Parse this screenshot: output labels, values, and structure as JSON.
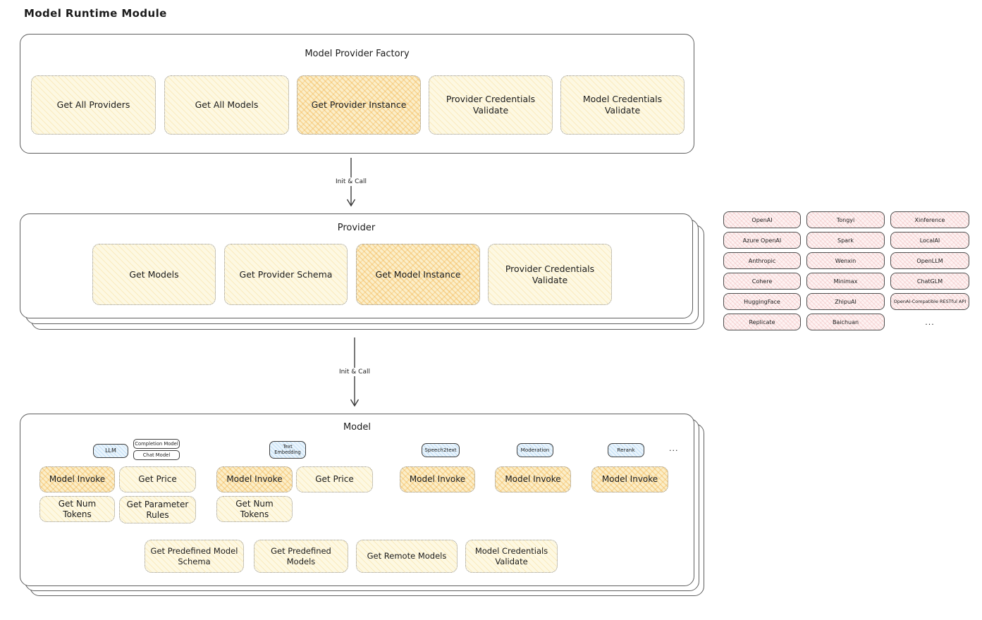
{
  "title": "Model Runtime Module",
  "colors": {
    "box_yellow": "#fff9db",
    "box_orange_highlight": "#f2b24c",
    "box_pink": "#fdf2f2",
    "tag_blue": "#e9f4fc",
    "border_gray": "#5f5f5f"
  },
  "factory": {
    "title": "Model Provider Factory",
    "boxes": [
      {
        "label": "Get All Providers",
        "highlight": false
      },
      {
        "label": "Get All Models",
        "highlight": false
      },
      {
        "label": "Get Provider Instance",
        "highlight": true
      },
      {
        "label": "Provider Credentials Validate",
        "highlight": false
      },
      {
        "label": "Model Credentials Validate",
        "highlight": false
      }
    ]
  },
  "arrow1": {
    "label": "Init & Call"
  },
  "arrow2": {
    "label": "Init & Call"
  },
  "provider": {
    "title": "Provider",
    "boxes": [
      {
        "label": "Get Models",
        "highlight": false
      },
      {
        "label": "Get Provider Schema",
        "highlight": false
      },
      {
        "label": "Get Model Instance",
        "highlight": true
      },
      {
        "label": "Provider Credentials Validate",
        "highlight": false
      }
    ]
  },
  "providers_grid": {
    "items": [
      "OpenAI",
      "Tongyi",
      "Xinference",
      "Azure OpenAI",
      "Spark",
      "LocalAI",
      "Anthropic",
      "Wenxin",
      "OpenLLM",
      "Cohere",
      "Minimax",
      "ChatGLM",
      "HuggingFace",
      "ZhipuAI",
      "OpenAI-Compatible RESTful API",
      "Replicate",
      "Baichuan"
    ],
    "more": "..."
  },
  "model": {
    "title": "Model",
    "type_tags": [
      {
        "label": "LLM"
      },
      {
        "label": "Completion Model"
      },
      {
        "label": "Chat Model"
      },
      {
        "label": "Text Embedding"
      },
      {
        "label": "Speech2text"
      },
      {
        "label": "Moderation"
      },
      {
        "label": "Rerank"
      }
    ],
    "more": "...",
    "op_boxes": [
      {
        "label": "Model Invoke",
        "highlight": true
      },
      {
        "label": "Get Price",
        "highlight": false
      },
      {
        "label": "Get Num Tokens",
        "highlight": false
      },
      {
        "label": "Get Parameter Rules",
        "highlight": false
      },
      {
        "label": "Model Invoke",
        "highlight": true
      },
      {
        "label": "Get Price",
        "highlight": false
      },
      {
        "label": "Get Num Tokens",
        "highlight": false
      },
      {
        "label": "Model Invoke",
        "highlight": true
      },
      {
        "label": "Model Invoke",
        "highlight": true
      },
      {
        "label": "Model Invoke",
        "highlight": true
      }
    ],
    "bottom_boxes": [
      {
        "label": "Get Predefined Model Schema"
      },
      {
        "label": "Get Predefined Models"
      },
      {
        "label": "Get Remote Models"
      },
      {
        "label": "Model Credentials Validate"
      }
    ]
  }
}
